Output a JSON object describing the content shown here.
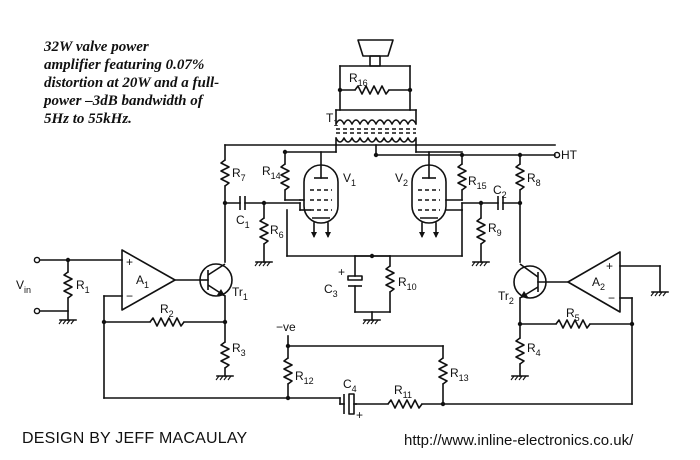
{
  "caption": {
    "lines": [
      "32W valve power",
      "amplifier featuring 0.07%",
      "distortion at 20W and a full-",
      "power –3dB bandwidth of",
      "5Hz to 55kHz."
    ]
  },
  "footer": {
    "credit": "DESIGN BY JEFF MACAULAY",
    "url": "http://www.inline-electronics.co.uk/"
  },
  "labels": {
    "R16": [
      "R",
      "16"
    ],
    "T1": [
      "T",
      "1"
    ],
    "HT": "HT",
    "R7": [
      "R",
      "7"
    ],
    "R14": [
      "R",
      "14"
    ],
    "V1": [
      "V",
      "1"
    ],
    "V2": [
      "V",
      "2"
    ],
    "R15": [
      "R",
      "15"
    ],
    "R8": [
      "R",
      "8"
    ],
    "C1": [
      "C",
      "1"
    ],
    "C2": [
      "C",
      "2"
    ],
    "R6": [
      "R",
      "6"
    ],
    "R9": [
      "R",
      "9"
    ],
    "C3": [
      "C",
      "3"
    ],
    "C3plus": "+",
    "R10": [
      "R",
      "10"
    ],
    "Vin": [
      "V",
      "in"
    ],
    "R1": [
      "R",
      "1"
    ],
    "A1": [
      "A",
      "1"
    ],
    "A1plus": "+",
    "A1minus": "−",
    "Tr1": [
      "Tr",
      "1"
    ],
    "R2": [
      "R",
      "2"
    ],
    "R3": [
      "R",
      "3"
    ],
    "A2": [
      "A",
      "2"
    ],
    "A2plus": "+",
    "A2minus": "−",
    "Tr2": [
      "Tr",
      "2"
    ],
    "R5": [
      "R",
      "5"
    ],
    "R4": [
      "R",
      "4"
    ],
    "negVe": "−ve",
    "R12": [
      "R",
      "12"
    ],
    "C4": [
      "C",
      "4"
    ],
    "C4plus": "+",
    "R11": [
      "R",
      "11"
    ],
    "R13": [
      "R",
      "13"
    ]
  }
}
